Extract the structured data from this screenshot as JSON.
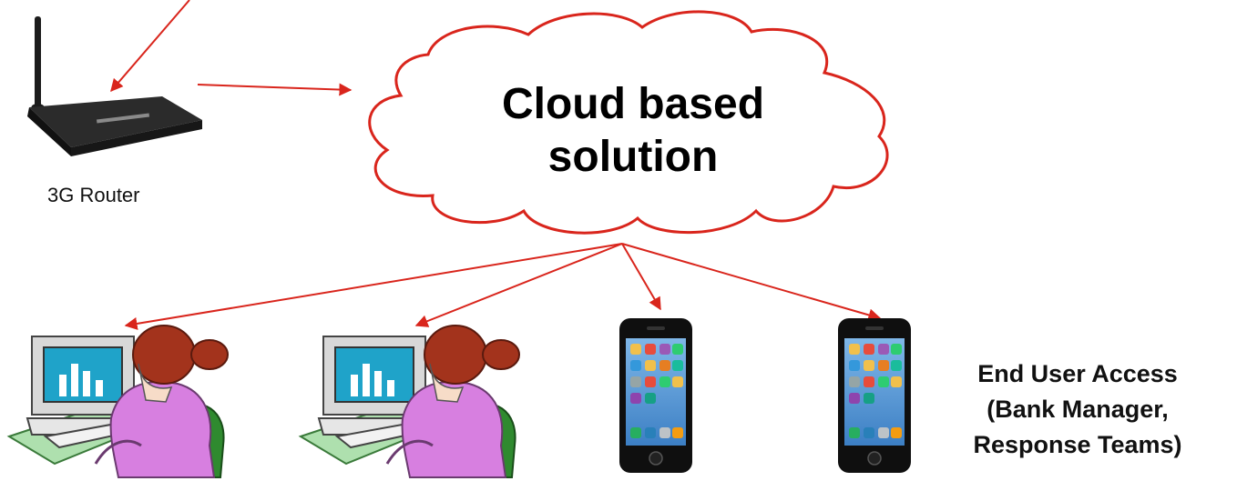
{
  "router": {
    "label": "3G Router"
  },
  "cloud": {
    "line1": "Cloud based",
    "line2": "solution"
  },
  "end_user": {
    "line1": "End User Access",
    "line2": "(Bank Manager,",
    "line3": "Response Teams)"
  },
  "colors": {
    "arrow": "#d9251c",
    "cloud_outline": "#d9251c",
    "router_body": "#1c1c1c",
    "monitor_screen": "#1fa3c9",
    "shirt": "#d77fe0",
    "chair": "#2f8a2f",
    "desk": "#aee0ae"
  }
}
